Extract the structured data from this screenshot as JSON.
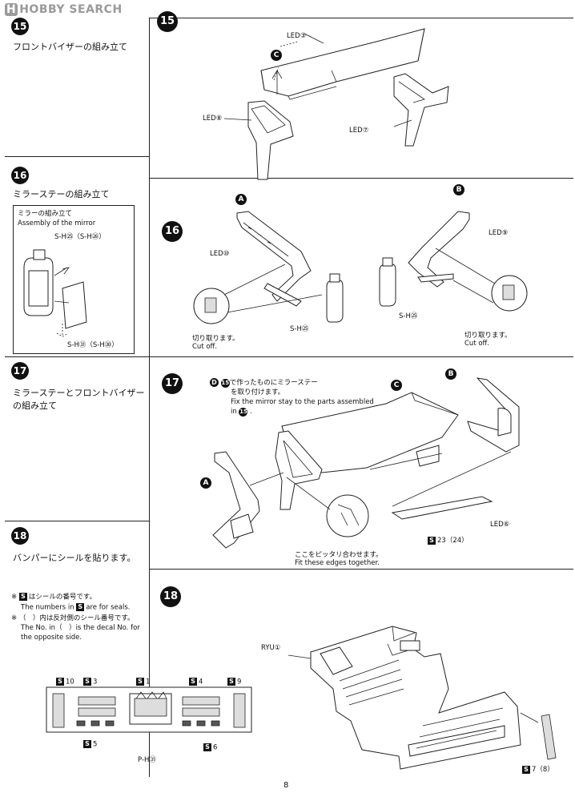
{
  "logo": {
    "mark": "H",
    "text": "HOBBY SEARCH"
  },
  "page_number": "8",
  "steps": {
    "s15": {
      "num": "15",
      "title": "フロントバイザーの組み立て"
    },
    "s16": {
      "num": "16",
      "title": "ミラーステーの組み立て"
    },
    "s17": {
      "num": "17",
      "title_line1": "ミラーステーとフロントバイザー",
      "title_line2": "の組み立て"
    },
    "s18": {
      "num": "18",
      "title": "バンパーにシールを貼ります。"
    }
  },
  "mirror_box": {
    "title_jp": "ミラーの組み立て",
    "title_en": "Assembly of the mirror",
    "part_top": "S-H㉕（S-H㉖）",
    "part_bottom": "S-H㉛（S-H㉚）"
  },
  "notes": {
    "mark": "※",
    "n1_jp": "はシールの番号です。",
    "n1_en_pre": "The numbers in",
    "n1_en_post": "are for seals.",
    "n2_jp": "（　）内は反対側のシール番号です。",
    "n2_en1": "The No. in（　）is the decal No. for",
    "n2_en2": "the opposite side.",
    "s_mark": "S"
  },
  "bumper_seals": {
    "s10": "10",
    "s3": "3",
    "s1": "1",
    "s4": "4",
    "s9": "9",
    "s5": "5",
    "s6": "6",
    "p31": "P-H㉛"
  },
  "fig15": {
    "label_c": "C",
    "led3": "LED③",
    "led8": "LED⑧",
    "led7": "LED⑦"
  },
  "fig16": {
    "label_a": "A",
    "label_b": "B",
    "led10": "LED⑩",
    "led9": "LED⑨",
    "sh25_left": "S-H㉕",
    "sh25_right": "S-H㉕",
    "cut_jp_left": "切り取ります。",
    "cut_en_left": "Cut off.",
    "cut_jp_right": "切り取ります。",
    "cut_en_right": "Cut off."
  },
  "fig17": {
    "label_d": "D",
    "inst_jp1": "で作ったものにミラーステー",
    "inst_jp2": "を取り付けます。",
    "inst_en1": "Fix the mirror stay to the parts assembled",
    "inst_en2": "in",
    "inst_ref": "15",
    "label_b": "B",
    "label_c": "C",
    "label_a": "A",
    "led6": "LED⑥",
    "seal23": "23（24）",
    "fit_jp": "ここをピッタリ合わせます。",
    "fit_en": "Fit these edges together."
  },
  "fig18": {
    "ryu1": "RYU①",
    "seal7": "7（8）"
  }
}
